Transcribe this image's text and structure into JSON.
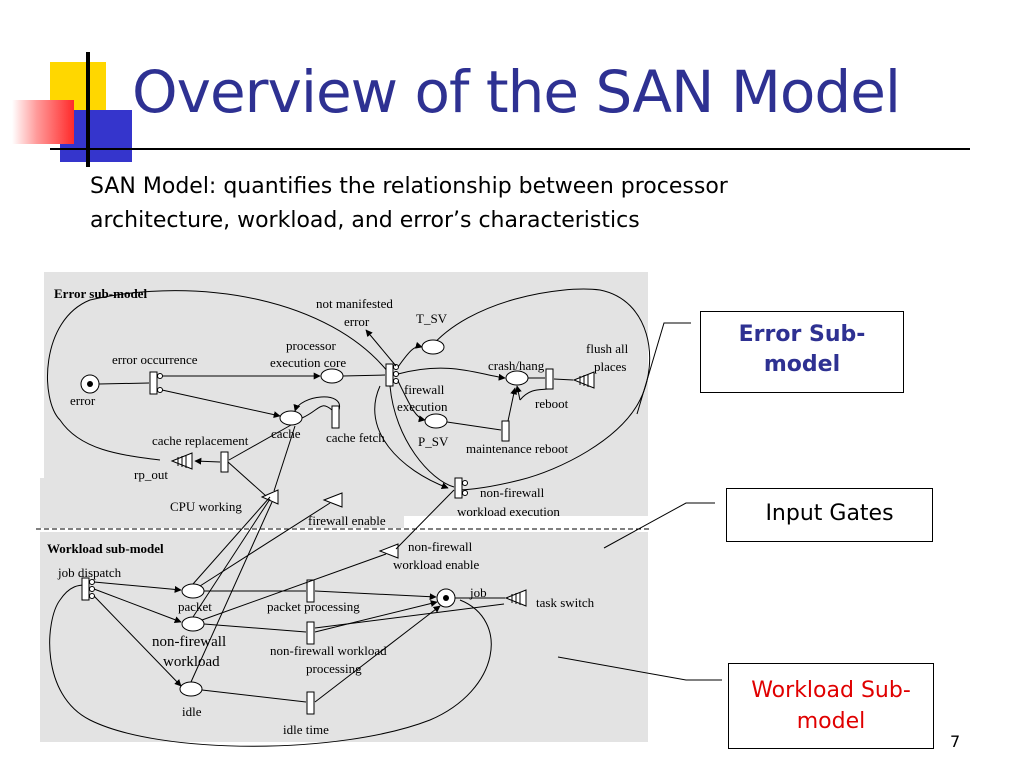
{
  "slide": {
    "title": "Overview of the SAN Model",
    "subtitle_line1": "SAN Model: quantifies the relationship between processor",
    "subtitle_line2": "architecture, workload, and error’s characteristics",
    "page_number": "7"
  },
  "callouts": {
    "error_submodel": [
      "Error Sub-",
      "model"
    ],
    "input_gates": "Input Gates",
    "workload_submodel": [
      "Workload Sub-",
      "model"
    ]
  },
  "diagram": {
    "section_labels": {
      "error": "Error sub-model",
      "workload": "Workload  sub-model"
    },
    "labels": {
      "not_manifested": [
        "not manifested",
        "error"
      ],
      "t_sv": "T_SV",
      "processor_core": [
        "processor",
        "execution core"
      ],
      "error_occurrence": "error occurrence",
      "crash_hang": "crash/hang",
      "flush_all": [
        "flush all",
        "places"
      ],
      "error": "error",
      "firewall_execution": [
        "firewall",
        "execution"
      ],
      "reboot": "reboot",
      "cache": "cache",
      "cache_fetch": "cache fetch",
      "cache_replacement": "cache replacement",
      "p_sv": "P_SV",
      "maintenance_reboot": "maintenance reboot",
      "rp_out": "rp_out",
      "non_firewall_exec": [
        "non-firewall",
        "workload execution"
      ],
      "cpu_working": "CPU working",
      "firewall_enable": "firewall enable",
      "non_firewall_enable": [
        "non-firewall",
        "workload  enable"
      ],
      "job_dispatch": "job dispatch",
      "job": "job",
      "task_switch": "task switch",
      "packet": "packet",
      "packet_processing": "packet  processing",
      "non_firewall_workload": [
        "non-firewall",
        "workload"
      ],
      "non_firewall_processing": [
        "non-firewall workload",
        "processing"
      ],
      "idle": "idle",
      "idle_time": "idle time"
    }
  },
  "colors": {
    "title": "#2e3192",
    "workload_callout": "#e00000",
    "panel_bg": "#e3e3e3",
    "logo_yellow": "#ffd700",
    "logo_blue": "#3333cc",
    "logo_red": "#ff4444"
  }
}
